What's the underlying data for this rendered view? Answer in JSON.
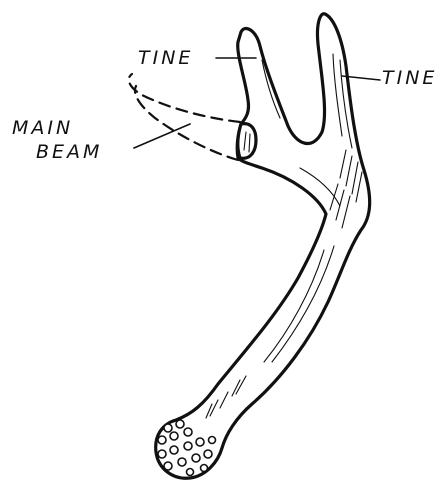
{
  "labels": {
    "tine_left": "TINE",
    "tine_right": "TINE",
    "main_beam_line1": "MAIN",
    "main_beam_line2": "BEAM"
  },
  "colors": {
    "ink": "#111111",
    "paper": "#ffffff"
  }
}
